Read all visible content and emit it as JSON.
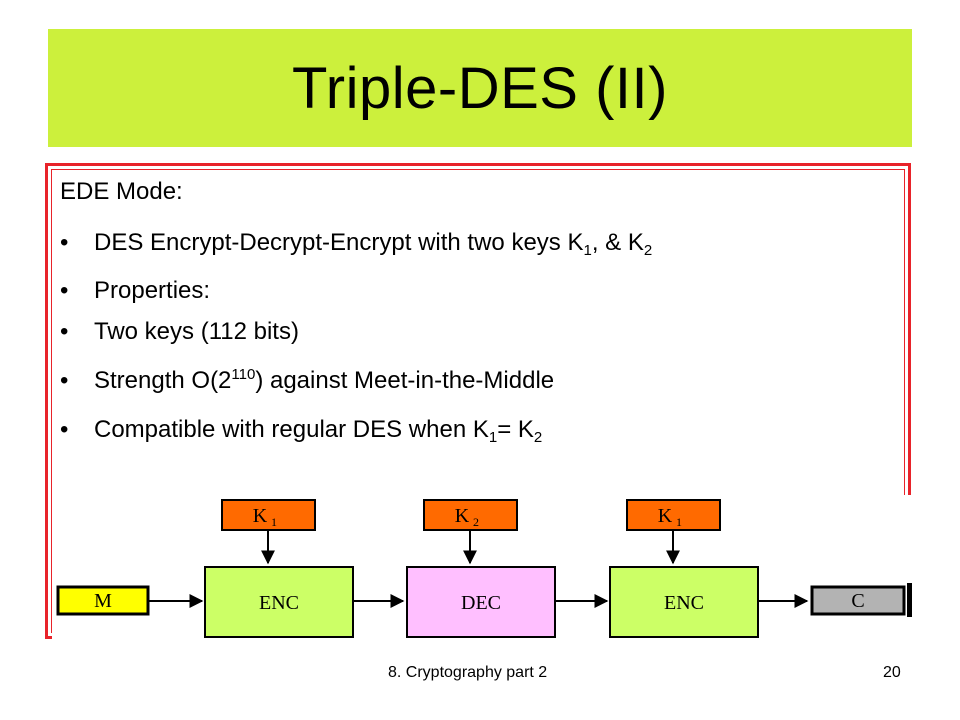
{
  "slide": {
    "title": "Triple-DES (II)",
    "heading": "EDE Mode:",
    "bullet_char": "•",
    "bullets": [
      {
        "pre": "DES Encrypt-Decrypt-Encrypt with two keys K",
        "sub1": "1",
        "mid": ", & K",
        "sub2": "2",
        "post": ""
      },
      {
        "pre": "Properties:"
      },
      {
        "pre": "Two keys (112 bits)"
      },
      {
        "pre": "Strength O(2",
        "sup": "110",
        "post": ") against Meet-in-the-Middle"
      },
      {
        "pre": "Compatible with regular DES when K",
        "sub1": "1",
        "mid": "= K",
        "sub2": "2"
      }
    ]
  },
  "diagram": {
    "input": "M",
    "output": "C",
    "stages": [
      {
        "op": "ENC",
        "key_letter": "K",
        "key_sub": "1"
      },
      {
        "op": "DEC",
        "key_letter": "K",
        "key_sub": "2"
      },
      {
        "op": "ENC",
        "key_letter": "K",
        "key_sub": "1"
      }
    ],
    "colors": {
      "enc": "#ccff66",
      "dec": "#ffbfff",
      "key": "#ff6a00",
      "input": "#ffff00",
      "output": "#b3b3b3"
    }
  },
  "footer": {
    "left": "8. Cryptography part 2",
    "page_number": "20"
  },
  "colors": {
    "title_bar": "#ccf03c",
    "frame": "#e8232a"
  }
}
